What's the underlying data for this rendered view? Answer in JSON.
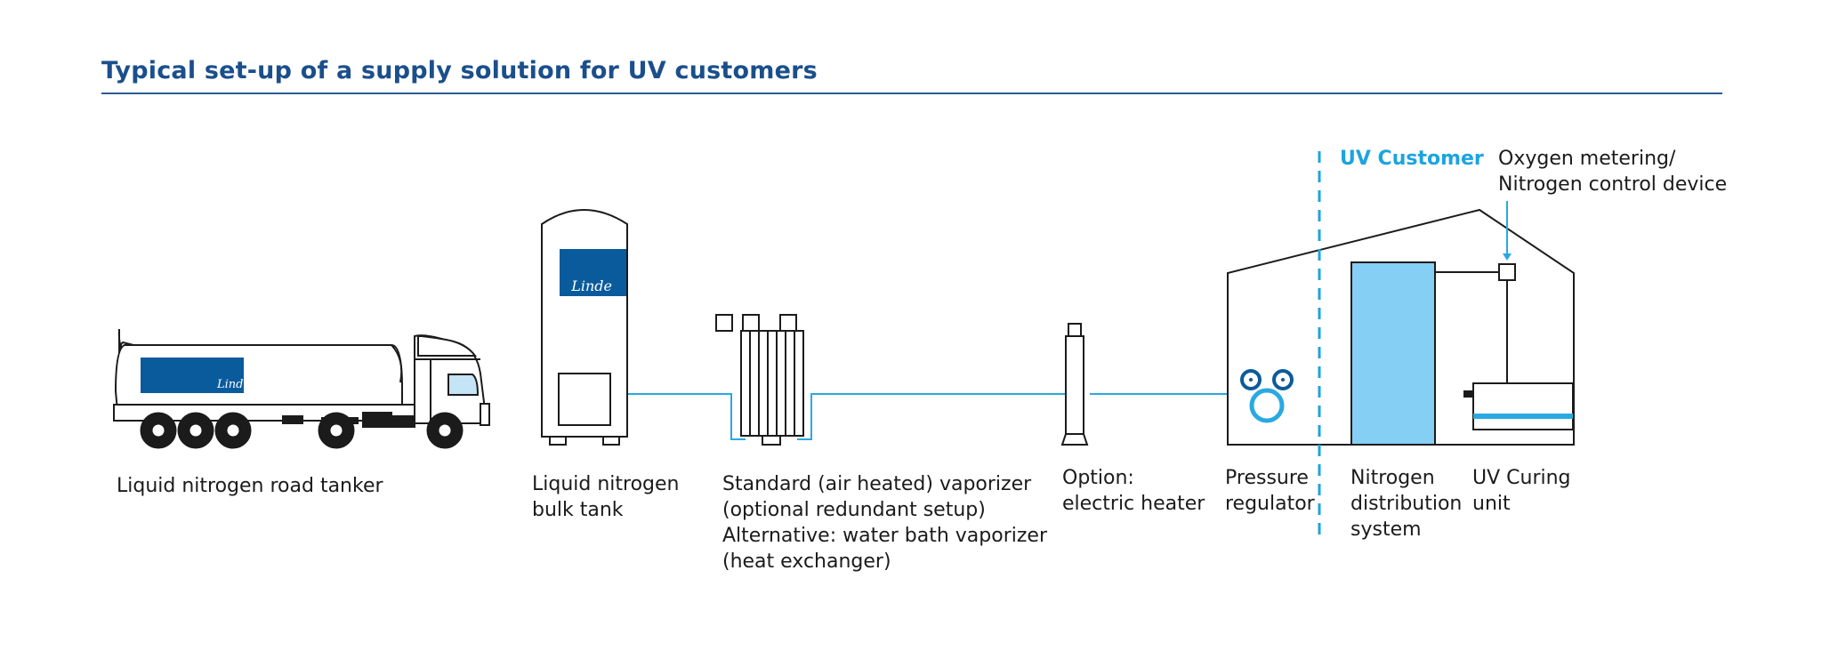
{
  "title": "Typical set-up of a supply solution for UV customers",
  "brand": {
    "logo_text": "Linde",
    "primary_color": "#0a5b9c",
    "accent_color": "#29a9e1",
    "light_fill": "#85cff5"
  },
  "uv_customer_label": "UV Customer",
  "labels": {
    "tanker": [
      "Liquid nitrogen road tanker"
    ],
    "bulk_tank": [
      "Liquid nitrogen",
      "bulk tank"
    ],
    "vaporizer": [
      "Standard (air heated) vaporizer",
      "(optional redundant setup)",
      "Alternative: water bath vaporizer",
      "(heat exchanger)"
    ],
    "heater": [
      "Option:",
      "electric heater"
    ],
    "regulator": [
      "Pressure",
      "regulator"
    ],
    "distribution": [
      "Nitrogen",
      "distribution",
      "system"
    ],
    "curing": [
      "UV Curing",
      "unit"
    ],
    "oxygen": [
      "Oxygen metering/",
      "Nitrogen control device"
    ]
  }
}
